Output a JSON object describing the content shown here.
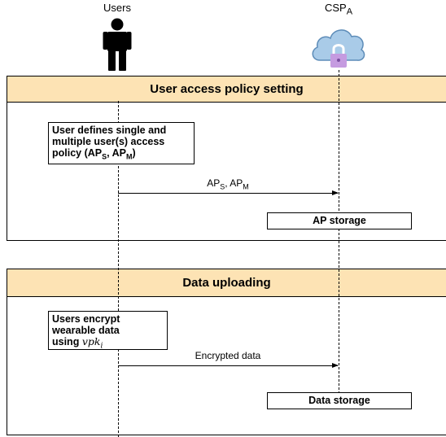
{
  "actors": {
    "users": {
      "label": "Users",
      "icon": "person-icon"
    },
    "csp": {
      "label": "CSP",
      "sub": "A",
      "icon": "cloud-lock-icon"
    }
  },
  "phases": [
    {
      "title": "User access policy setting",
      "note": {
        "line1": "User defines single and",
        "line2": "multiple user(s) access",
        "line3_prefix": "policy (AP",
        "sub_s": "S",
        "sep": ", AP",
        "sub_m": "M",
        "suffix": ")"
      },
      "message": {
        "prefix": "AP",
        "sub_s": "S",
        "sep": ", AP",
        "sub_m": "M"
      },
      "storage": "AP storage"
    },
    {
      "title": "Data uploading",
      "note": {
        "line1": "Users encrypt",
        "line2": "wearable data",
        "line3_prefix": "using",
        "math": "vpk",
        "math_sub": "i"
      },
      "message": "Encrypted data",
      "storage": "Data storage"
    }
  ],
  "colors": {
    "header_bg": "#fde3b4",
    "cloud": "#a9cbe8",
    "lock": "#c59be0"
  }
}
